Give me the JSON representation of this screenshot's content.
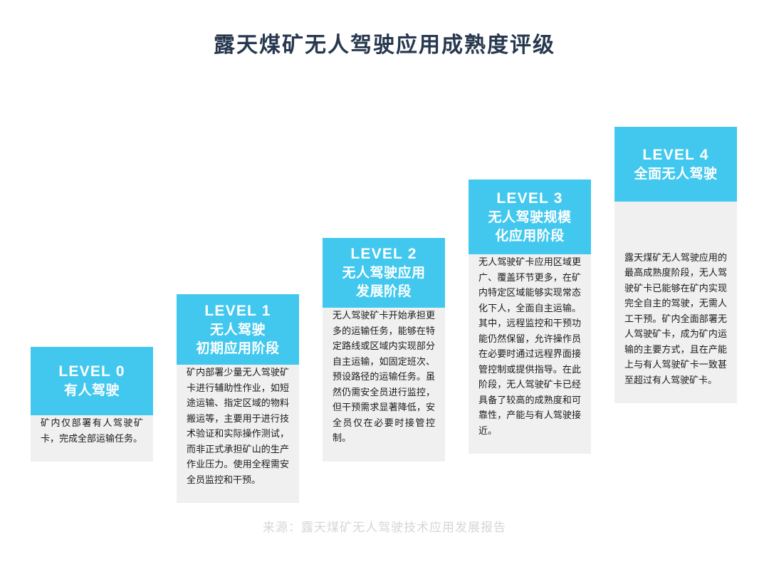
{
  "header": {
    "title": "露天煤矿无人驾驶应用成熟度评级"
  },
  "colors": {
    "accent": "#42c8ee",
    "panel": "#f0f0f0",
    "title_text": "#27384f",
    "body_text": "#1a1a1a",
    "source_text": "#d4d6d8",
    "page_background": "#ffffff"
  },
  "levels": [
    {
      "name": "LEVEL 0",
      "subtitle": "有人驾驶",
      "description": "矿内仅部署有人驾驶矿卡，完成全部运输任务。"
    },
    {
      "name": "LEVEL 1",
      "subtitle": "无人驾驶\n初期应用阶段",
      "subtitle_line1": "无人驾驶",
      "subtitle_line2": "初期应用阶段",
      "description": "矿内部署少量无人驾驶矿卡进行辅助性作业，如短途运输、指定区域的物料搬运等，主要用于进行技术验证和实际操作测试，而非正式承担矿山的生产作业压力。使用全程需安全员监控和干预。"
    },
    {
      "name": "LEVEL 2",
      "subtitle_line1": "无人驾驶应用",
      "subtitle_line2": "发展阶段",
      "description": "无人驾驶矿卡开始承担更多的运输任务，能够在特定路线或区域内实现部分自主运输，如固定班次、预设路径的运输任务。虽然仍需安全员进行监控，但干预需求显著降低，安全员仅在必要时接管控制。"
    },
    {
      "name": "LEVEL 3",
      "subtitle_line1": "无人驾驶规模",
      "subtitle_line2": "化应用阶段",
      "description": "无人驾驶矿卡应用区域更广、覆盖环节更多，在矿内特定区域能够实现常态化下人，全面自主运输。其中，远程监控和干预功能仍然保留，允许操作员在必要时通过远程界面接管控制或提供指导。在此阶段，无人驾驶矿卡已经具备了较高的成熟度和可靠性，产能与有人驾驶接近。"
    },
    {
      "name": "LEVEL 4",
      "subtitle": "全面无人驾驶",
      "description": "露天煤矿无人驾驶应用的最高成熟度阶段，无人驾驶矿卡已能够在矿内实现完全自主的驾驶，无需人工干预。矿内全面部署无人驾驶矿卡，成为矿内运输的主要方式，且在产能上与有人驾驶矿卡一致甚至超过有人驾驶矿卡。"
    }
  ],
  "footer": {
    "source": "来源：露天煤矿无人驾驶技术应用发展报告"
  }
}
